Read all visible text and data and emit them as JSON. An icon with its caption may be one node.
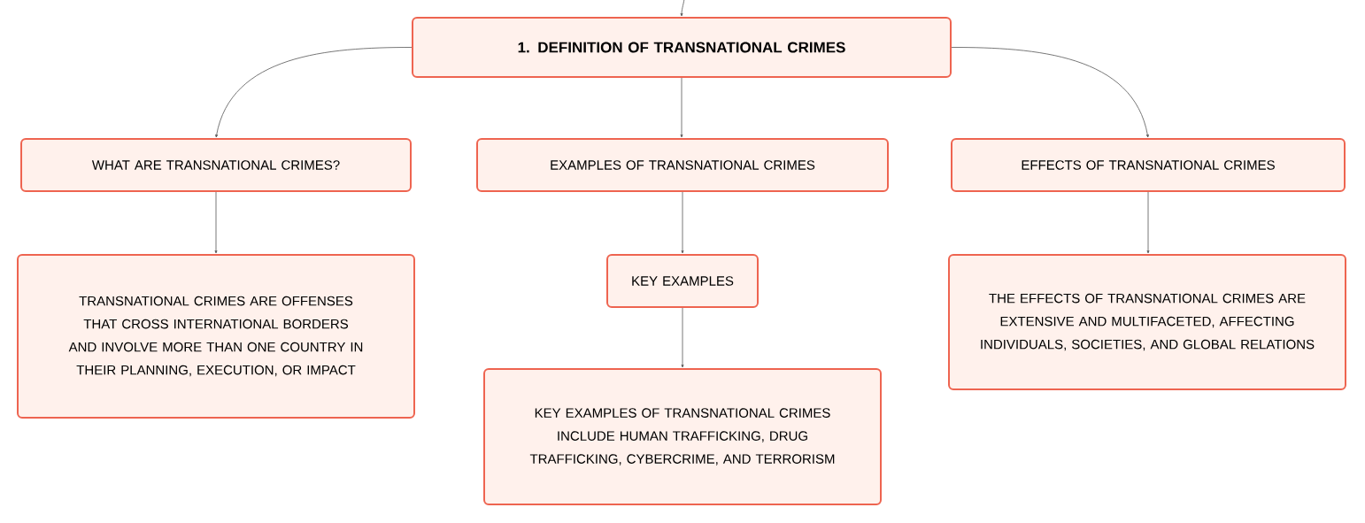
{
  "diagram": {
    "nodes": [
      {
        "text": [
          "1. DEFINITION OF TRANSNATIONAL CRIMES"
        ]
      },
      {
        "text": [
          "WHAT ARE TRANSNATIONAL CRIMES?"
        ]
      },
      {
        "text": [
          "EXAMPLES OF TRANSNATIONAL CRIMES"
        ]
      },
      {
        "text": [
          "EFFECTS OF TRANSNATIONAL CRIMES"
        ]
      },
      {
        "text": [
          "TRANSNATIONAL CRIMES ARE OFFENSES THAT CROSS INTERNATIONAL BORDERS AND INVOLVE MORE THAN ONE COUNTRY IN THEIR PLANNING, EXECUTION, OR IMPACT"
        ]
      },
      {
        "text": [
          "KEY EXAMPLES"
        ]
      },
      {
        "text": [
          "KEY EXAMPLES OF TRANSNATIONAL CRIMES INCLUDE HUMAN TRAFFICKING, DRUG TRAFFICKING, CYBERCRIME, AND TERRORISM"
        ]
      },
      {
        "text": [
          "THE EFFECTS OF TRANSNATIONAL CRIMES ARE EXTENSIVE AND MULTIFACETED, AFFECTING INDIVIDUALS, SOCIETIES, AND GLOBAL RELATIONS"
        ]
      }
    ],
    "edges": [
      {
        "from": null,
        "to": 0,
        "arrow": "to"
      },
      {
        "from": 0,
        "to": 1,
        "arrow": "to"
      },
      {
        "from": 0,
        "to": 2,
        "arrow": "to"
      },
      {
        "from": 0,
        "to": 3,
        "arrow": "to"
      },
      {
        "from": 1,
        "to": 4,
        "arrow": "to"
      },
      {
        "from": 2,
        "to": 5,
        "arrow": "to"
      },
      {
        "from": 5,
        "to": 6,
        "arrow": "to"
      },
      {
        "from": 3,
        "to": 7,
        "arrow": "to"
      }
    ]
  }
}
